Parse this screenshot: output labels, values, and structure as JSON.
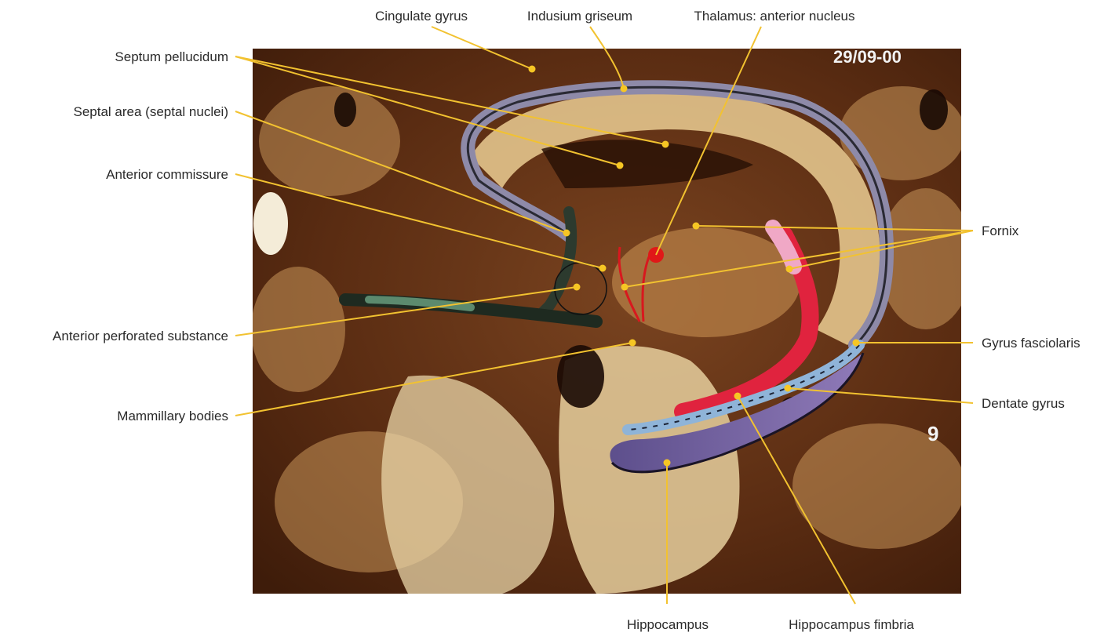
{
  "figure": {
    "colors": {
      "leader": "#f2c230",
      "fornix_body": "#e0233e",
      "fornix_tip": "#f0a8c6",
      "thalamus_marker": "#e01818",
      "hippocampus": "#7d6aa8",
      "dentate": "#8fb4d8",
      "tissue_dark": "#5a2c12",
      "tissue_light": "#e6cf9e"
    },
    "corner_text": "29/09-00",
    "slice_marker": "9"
  },
  "labels": {
    "cingulate_gyrus": "Cingulate gyrus",
    "indusium_griseum": "Indusium griseum",
    "thalamus_anterior_nucleus": "Thalamus: anterior nucleus",
    "septum_pellucidum": "Septum pellucidum",
    "septal_area": "Septal area (septal nuclei)",
    "anterior_commissure": "Anterior commissure",
    "anterior_perforated_substance": "Anterior perforated substance",
    "mammillary_bodies": "Mammillary bodies",
    "fornix": "Fornix",
    "gyrus_fasciolaris": "Gyrus fasciolaris",
    "dentate_gyrus": "Dentate gyrus",
    "hippocampus": "Hippocampus",
    "hippocampus_fimbria": "Hippocampus fimbria"
  }
}
